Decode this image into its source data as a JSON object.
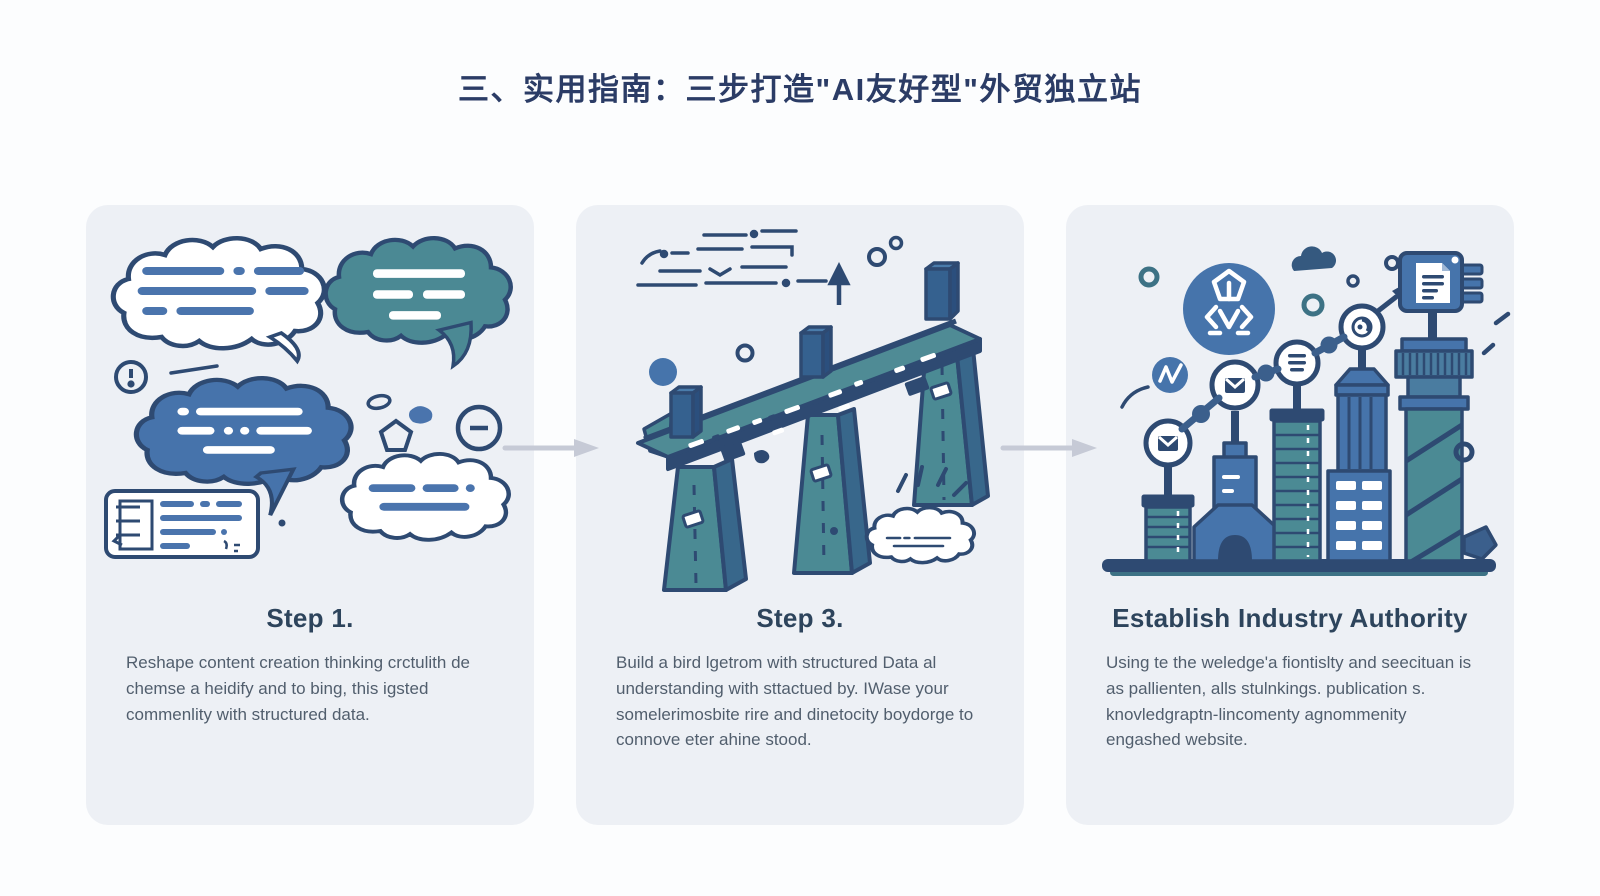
{
  "page": {
    "title": "三、实用指南：三步打造\"AI友好型\"外贸独立站",
    "background": "#fcfdfe"
  },
  "cards": [
    {
      "heading": "Step 1.",
      "body": "Reshape content creation thinking crctulith de chemse a heidify and to bing, this igsted commenlity with structured data.",
      "illustration": "conversation-clouds"
    },
    {
      "heading": "Step 3.",
      "body": "Build a bird lgetrom with structured Data al understanding with sttactued by. IWase your somelerimosbite rire and dinetocity boydorge to connove eter ahine stood.",
      "illustration": "structured-data-bridge"
    },
    {
      "heading": "Establish Industry Authority",
      "body": "Using te the weledge'a fiontislty and seecituan is as pallienten, alls stulnkings. publication s. knovledgraptn-lincomenty agnommenity engashed website.",
      "illustration": "rising-authority-towers"
    }
  ],
  "icons": {
    "flow-arrow": "→",
    "up-arrow": "↑",
    "exclamation-circle": "!",
    "minus-circle": "−"
  },
  "colors": {
    "title_text": "#2b3c66",
    "heading_text": "#2d445c",
    "body_text": "#515e6d",
    "card_background": "#edf0f5",
    "page_background": "#fcfdfe",
    "outline_navy": "#2e4a72",
    "fill_blue": "#4674ab",
    "fill_teal": "#4b8a94",
    "fill_slate_blue": "#35618f",
    "arrow_gray": "#c6cad6"
  }
}
